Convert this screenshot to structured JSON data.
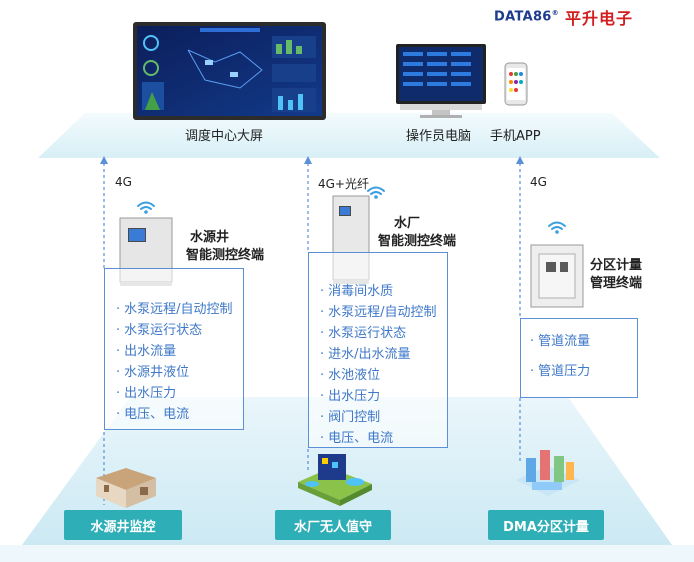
{
  "brand": {
    "en": "DATA86",
    "reg": "®",
    "cn": "平升电子"
  },
  "top": {
    "screen_label": "调度中心大屏",
    "pc_label": "操作员电脑",
    "app_label": "手机APP"
  },
  "links": {
    "left": "4G",
    "middle": "4G+光纤",
    "right": "4G"
  },
  "terminals": {
    "well": {
      "line1": "水源井",
      "line2": "智能测控终端"
    },
    "plant": {
      "line1": "水厂",
      "line2": "智能测控终端"
    },
    "dma": {
      "line1": "分区计量",
      "line2": "管理终端"
    }
  },
  "features": {
    "well": [
      "水泵远程/自动控制",
      "水泵运行状态",
      "出水流量",
      "水源井液位",
      "出水压力",
      "电压、电流"
    ],
    "plant": [
      "消毒间水质",
      "水泵远程/自动控制",
      "水泵运行状态",
      "进水/出水流量",
      "水池液位",
      "出水压力",
      "阀门控制",
      "电压、电流"
    ],
    "dma": [
      "管道流量",
      "管道压力"
    ]
  },
  "categories": {
    "well": "水源井监控",
    "plant": "水厂无人值守",
    "dma": "DMA分区计量"
  },
  "colors": {
    "accent": "#2eaeb6",
    "feature_text": "#3f78c8",
    "box_border": "#5b8fd6",
    "brand_red": "#d21e1e",
    "brand_blue": "#1e3c8c"
  }
}
